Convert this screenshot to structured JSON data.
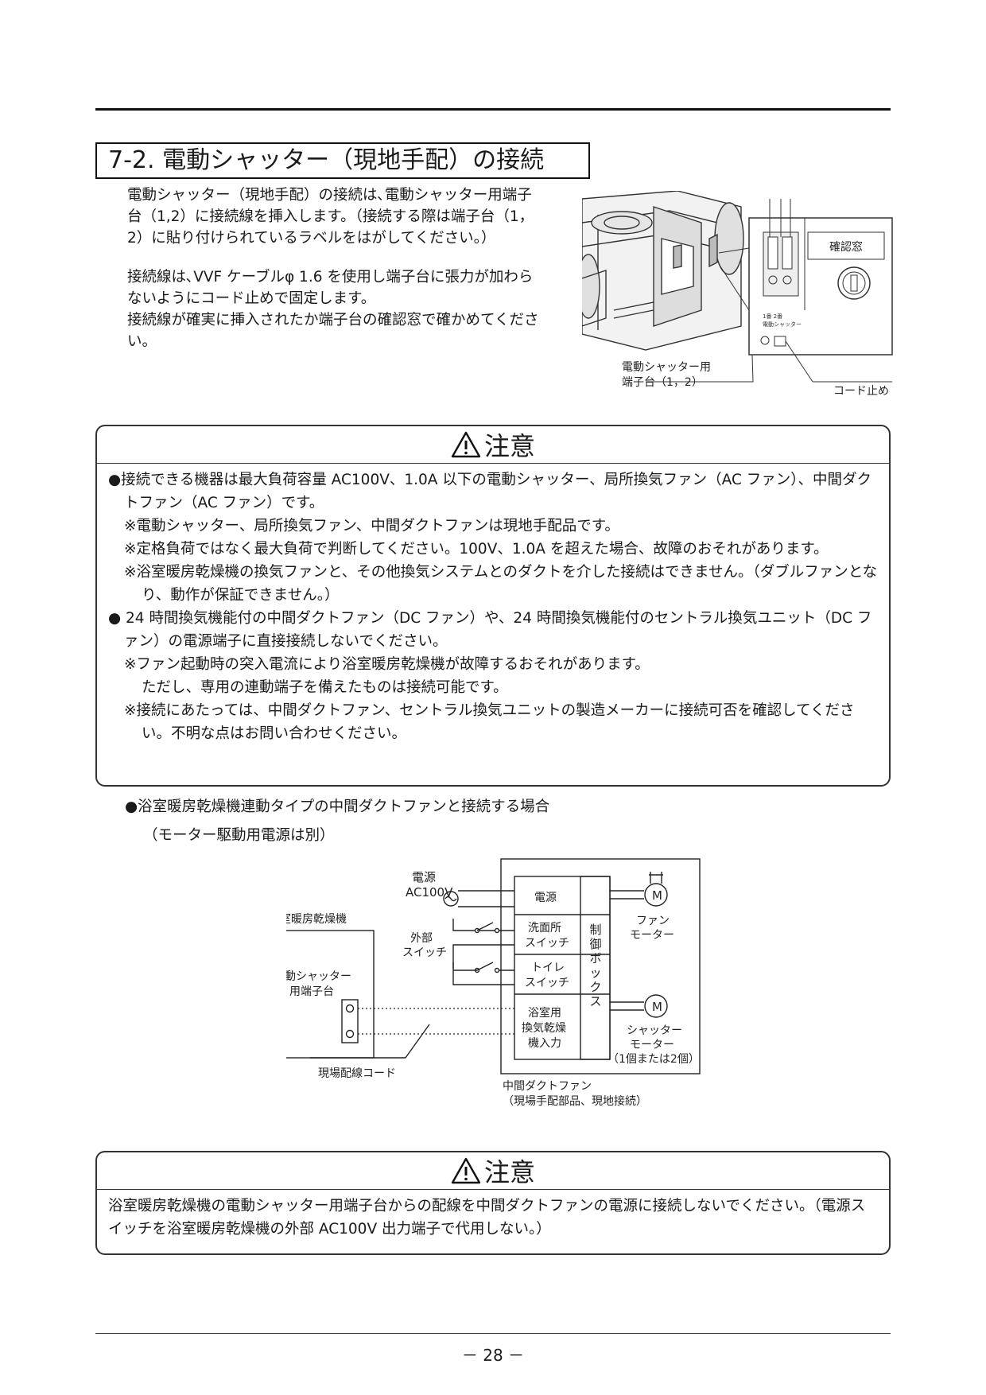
{
  "section_title": "7-2.  電動シャッター（現地手配）の接続",
  "intro": {
    "p1": "電動シャッター（現地手配）の接続は､電動シャッター用端子台（1,2）に接続線を挿入します。（接続する際は端子台（1，2）に貼り付けられているラベルをはがしてください。）",
    "p2_line1": "接続線は､VVF ケーブルφ 1.6 を使用し端子台に張力が加わらないようにコード止めで固定します。",
    "p2_line2": "接続線が確実に挿入されたか端子台の確認窓で確かめてください。"
  },
  "photo": {
    "label_window": "確認窓",
    "label_terminal_1": "電動シャッター用",
    "label_terminal_2": "端子台（1，2）",
    "label_cord": "コード止め",
    "tiny_label_1": "1番 2番",
    "tiny_label_2": "電動シャッター"
  },
  "caution1": {
    "title": "注意",
    "b1": "●接続できる機器は最大負荷容量 AC100V、1.0A 以下の電動シャッター、局所換気ファン（AC ファン）、中間ダクトファン（AC ファン）です。",
    "n1": "※電動シャッター、局所換気ファン、中間ダクトファンは現地手配品です。",
    "n2": "※定格負荷ではなく最大負荷で判断してください。100V、1.0A を超えた場合、故障のおそれがあります。",
    "n3": "※浴室暖房乾燥機の換気ファンと、その他換気システムとのダクトを介した接続はできません。（ダブルファンとなり、動作が保証できません。）",
    "b2": "● 24 時間換気機能付の中間ダクトファン（DC ファン）や、24 時間換気機能付のセントラル換気ユニット（DC ファン）の電源端子に直接接続しないでください。",
    "n4": "※ファン起動時の突入電流により浴室暖房乾燥機が故障するおそれがあります。",
    "n4b": "ただし、専用の連動端子を備えたものは接続可能です。",
    "n5": "※接続にあたっては、中間ダクトファン、セントラル換気ユニットの製造メーカーに接続可否を確認してください。不明な点はお問い合わせください。"
  },
  "diagram": {
    "heading": "●浴室暖房乾燥機連動タイプの中間ダクトファンと接続する場合",
    "subheading": "（モーター駆動用電源は別）",
    "power_label_1": "電源",
    "power_label_2": "AC100V",
    "box_power": "電源",
    "box_wash_1": "洗面所",
    "box_wash_2": "スイッチ",
    "box_toilet_1": "トイレ",
    "box_toilet_2": "スイッチ",
    "box_bath_1": "浴室用",
    "box_bath_2": "換気乾燥",
    "box_bath_3": "機入力",
    "control_box": [
      "制",
      "御",
      "ボ",
      "ッ",
      "ク",
      "ス"
    ],
    "motor_symbol": "M",
    "fan_motor_1": "ファン",
    "fan_motor_2": "モーター",
    "shutter_motor_1": "シャッター",
    "shutter_motor_2": "モーター",
    "shutter_motor_3": "（1個または2個）",
    "bath_unit": "浴室暖房乾燥機",
    "terminal_1": "電動シャッター",
    "terminal_2": "用端子台",
    "ext_switch_1": "外部",
    "ext_switch_2": "スイッチ",
    "field_cord": "現場配線コード",
    "duct_fan_1": "中間ダクトファン",
    "duct_fan_2": "（現場手配部品、現地接続）"
  },
  "caution2": {
    "title": "注意",
    "text": "浴室暖房乾燥機の電動シャッター用端子台からの配線を中間ダクトファンの電源に接続しないでください。（電源スイッチを浴室暖房乾燥機の外部 AC100V 出力端子で代用しない。）"
  },
  "page_number": "－ 28 －"
}
